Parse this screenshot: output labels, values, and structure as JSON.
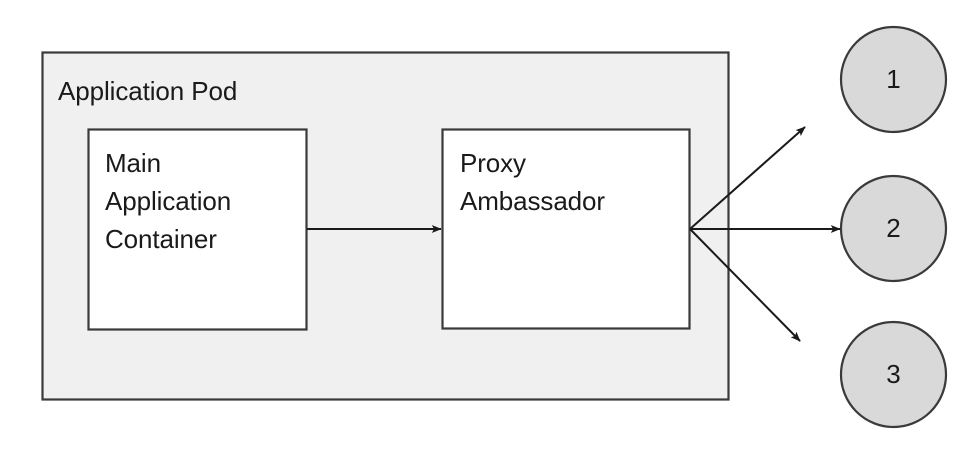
{
  "diagram": {
    "pod": {
      "title": "Application Pod",
      "fill": "#f0f0f0",
      "stroke": "#3a3a3a"
    },
    "containers": [
      {
        "id": "main-application-container",
        "lines": [
          "Main",
          "Application",
          "Container"
        ],
        "text": "Main\nApplication\nContainer",
        "fill": "#ffffff",
        "stroke": "#3a3a3a"
      },
      {
        "id": "proxy-ambassador",
        "lines": [
          "Proxy",
          "Ambassador"
        ],
        "text": "Proxy\nAmbassador",
        "fill": "#ffffff",
        "stroke": "#3a3a3a"
      }
    ],
    "services": [
      {
        "id": "service-1",
        "label": "1",
        "fill": "#d9d9d9",
        "stroke": "#3a3a3a"
      },
      {
        "id": "service-2",
        "label": "2",
        "fill": "#d9d9d9",
        "stroke": "#3a3a3a"
      },
      {
        "id": "service-3",
        "label": "3",
        "fill": "#d9d9d9",
        "stroke": "#3a3a3a"
      }
    ],
    "connectors": [
      {
        "id": "main-to-proxy",
        "from": "main-application-container",
        "to": "proxy-ambassador",
        "style": "arrow"
      },
      {
        "id": "proxy-to-service-1",
        "from": "proxy-ambassador",
        "to": "service-1",
        "style": "arrow"
      },
      {
        "id": "proxy-to-service-2",
        "from": "proxy-ambassador",
        "to": "service-2",
        "style": "arrow"
      },
      {
        "id": "proxy-to-service-3",
        "from": "proxy-ambassador",
        "to": "service-3",
        "style": "arrow"
      }
    ],
    "colors": {
      "background": "#ffffff",
      "line": "#1a1a1a",
      "text": "#1a1a1a"
    }
  }
}
